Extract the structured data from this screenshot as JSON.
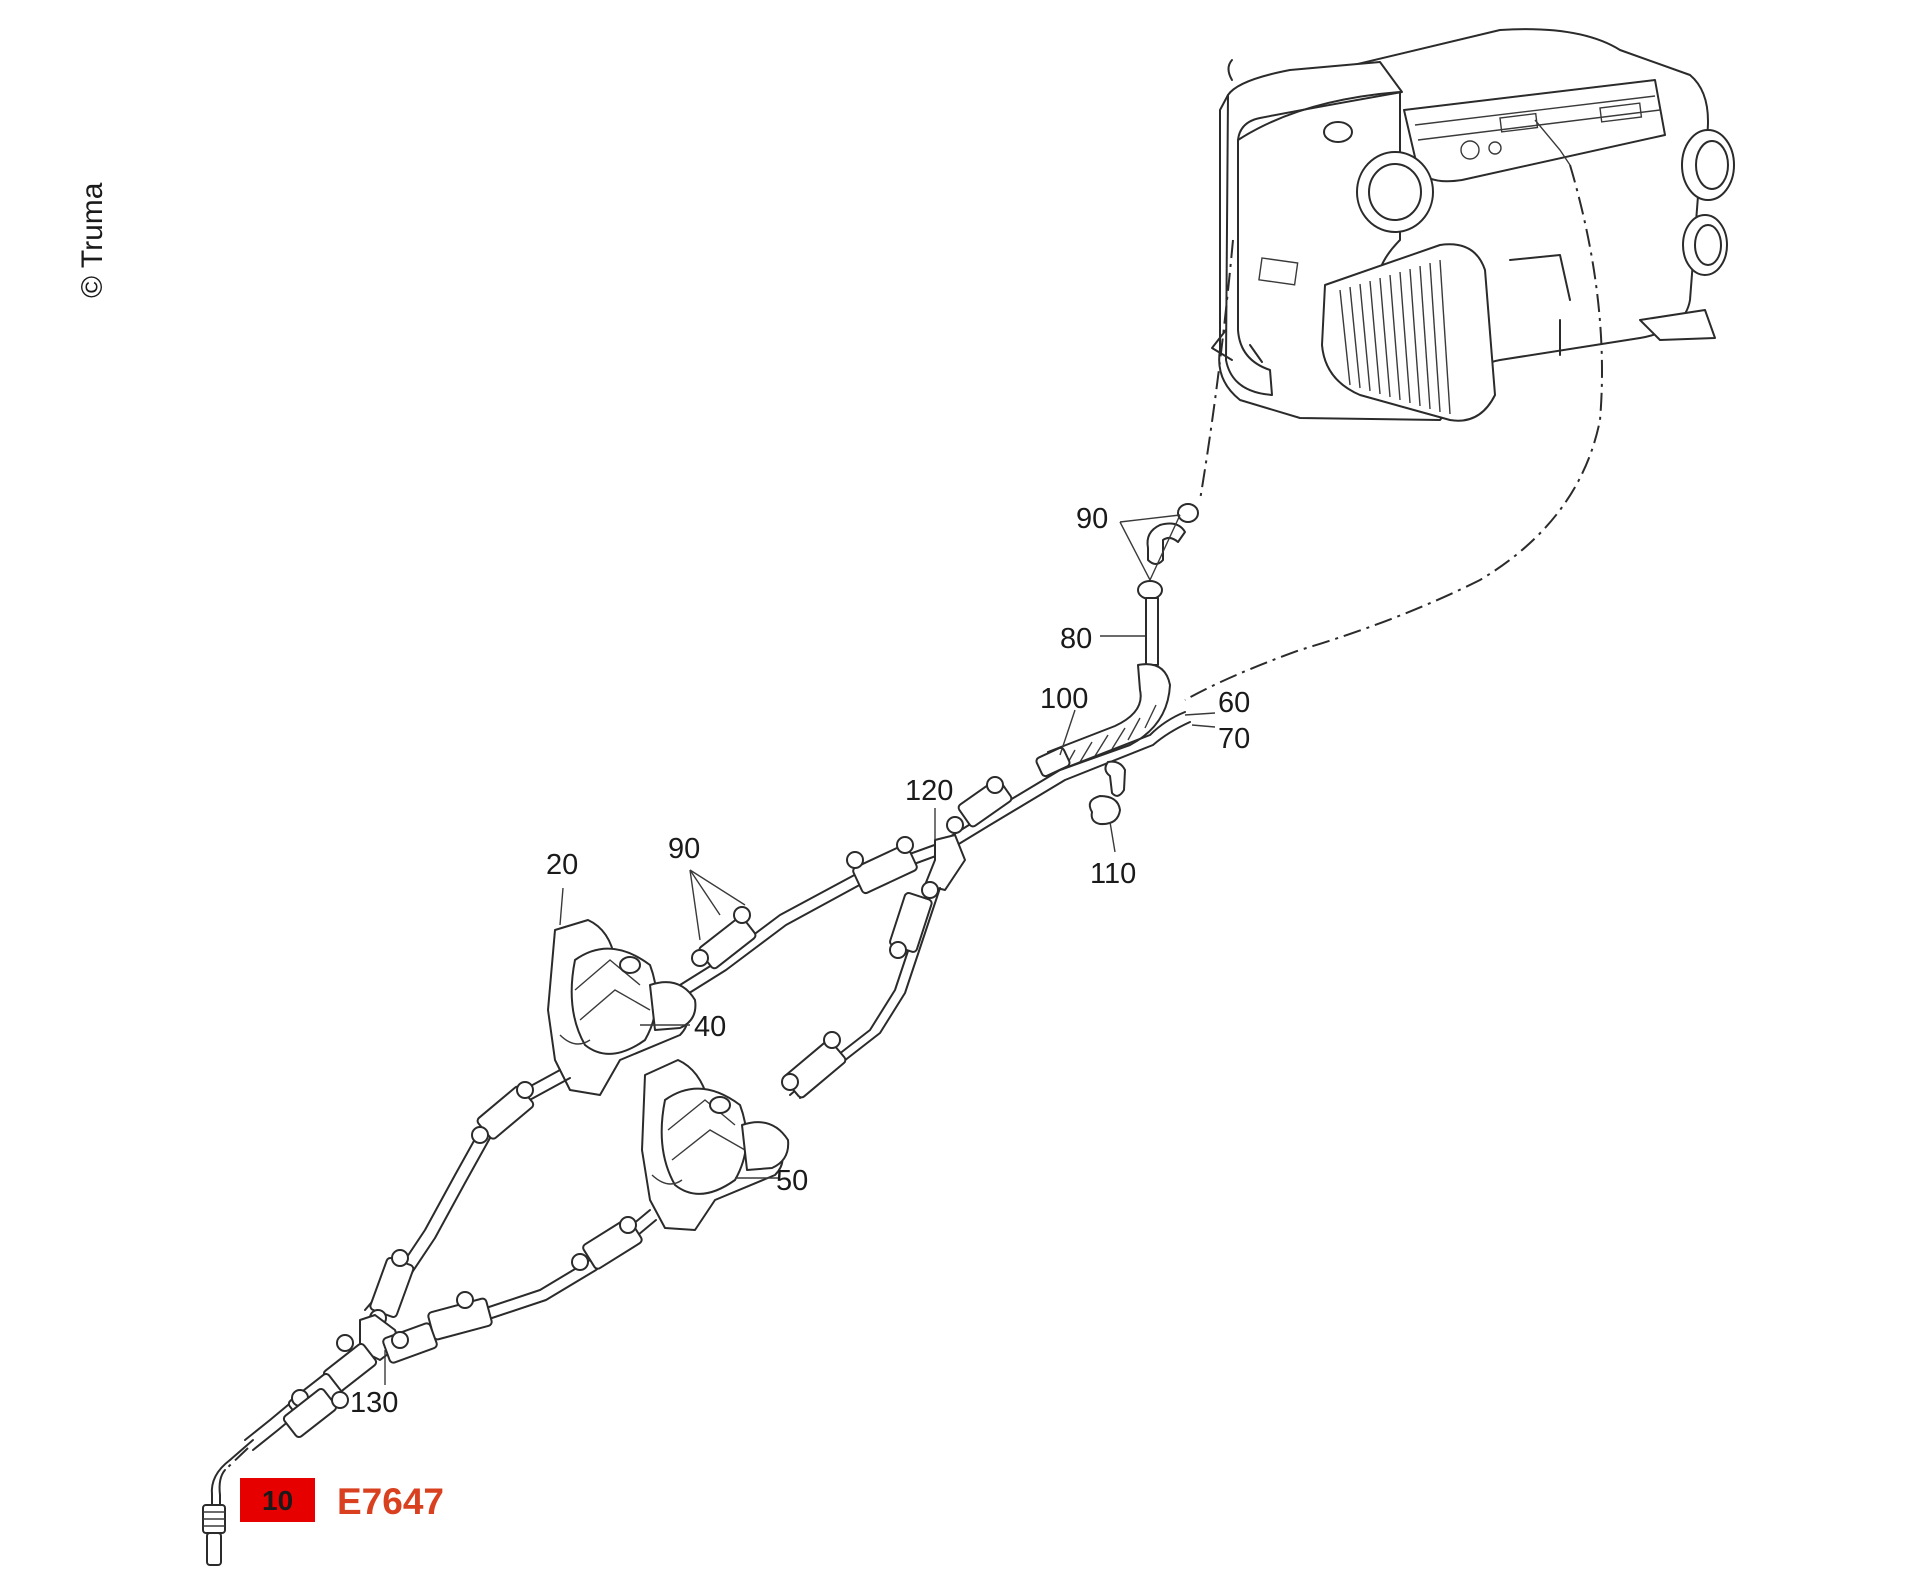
{
  "copyright": "© Truma",
  "labels": {
    "p90_top": "90",
    "p80": "80",
    "p100": "100",
    "p60": "60",
    "p70": "70",
    "p120": "120",
    "p110": "110",
    "p20": "20",
    "p90_mid": "90",
    "p40": "40",
    "p50": "50",
    "p130": "130"
  },
  "highlight": {
    "number": "10",
    "code": "E7647",
    "box_color": "#e60000",
    "code_color": "#d9401f"
  }
}
